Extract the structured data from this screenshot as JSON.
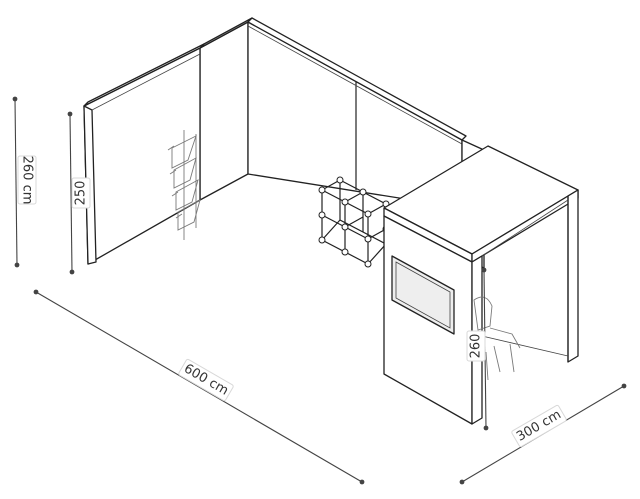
{
  "dimensions": {
    "height_outer": "260 cm",
    "height_wall": "250",
    "length": "600 cm",
    "depth": "300 cm",
    "height_tower": "260"
  },
  "colors": {
    "line": "#222222",
    "panel": "#ffffff",
    "screen": "#eeeeee",
    "dimension": "#444444"
  }
}
